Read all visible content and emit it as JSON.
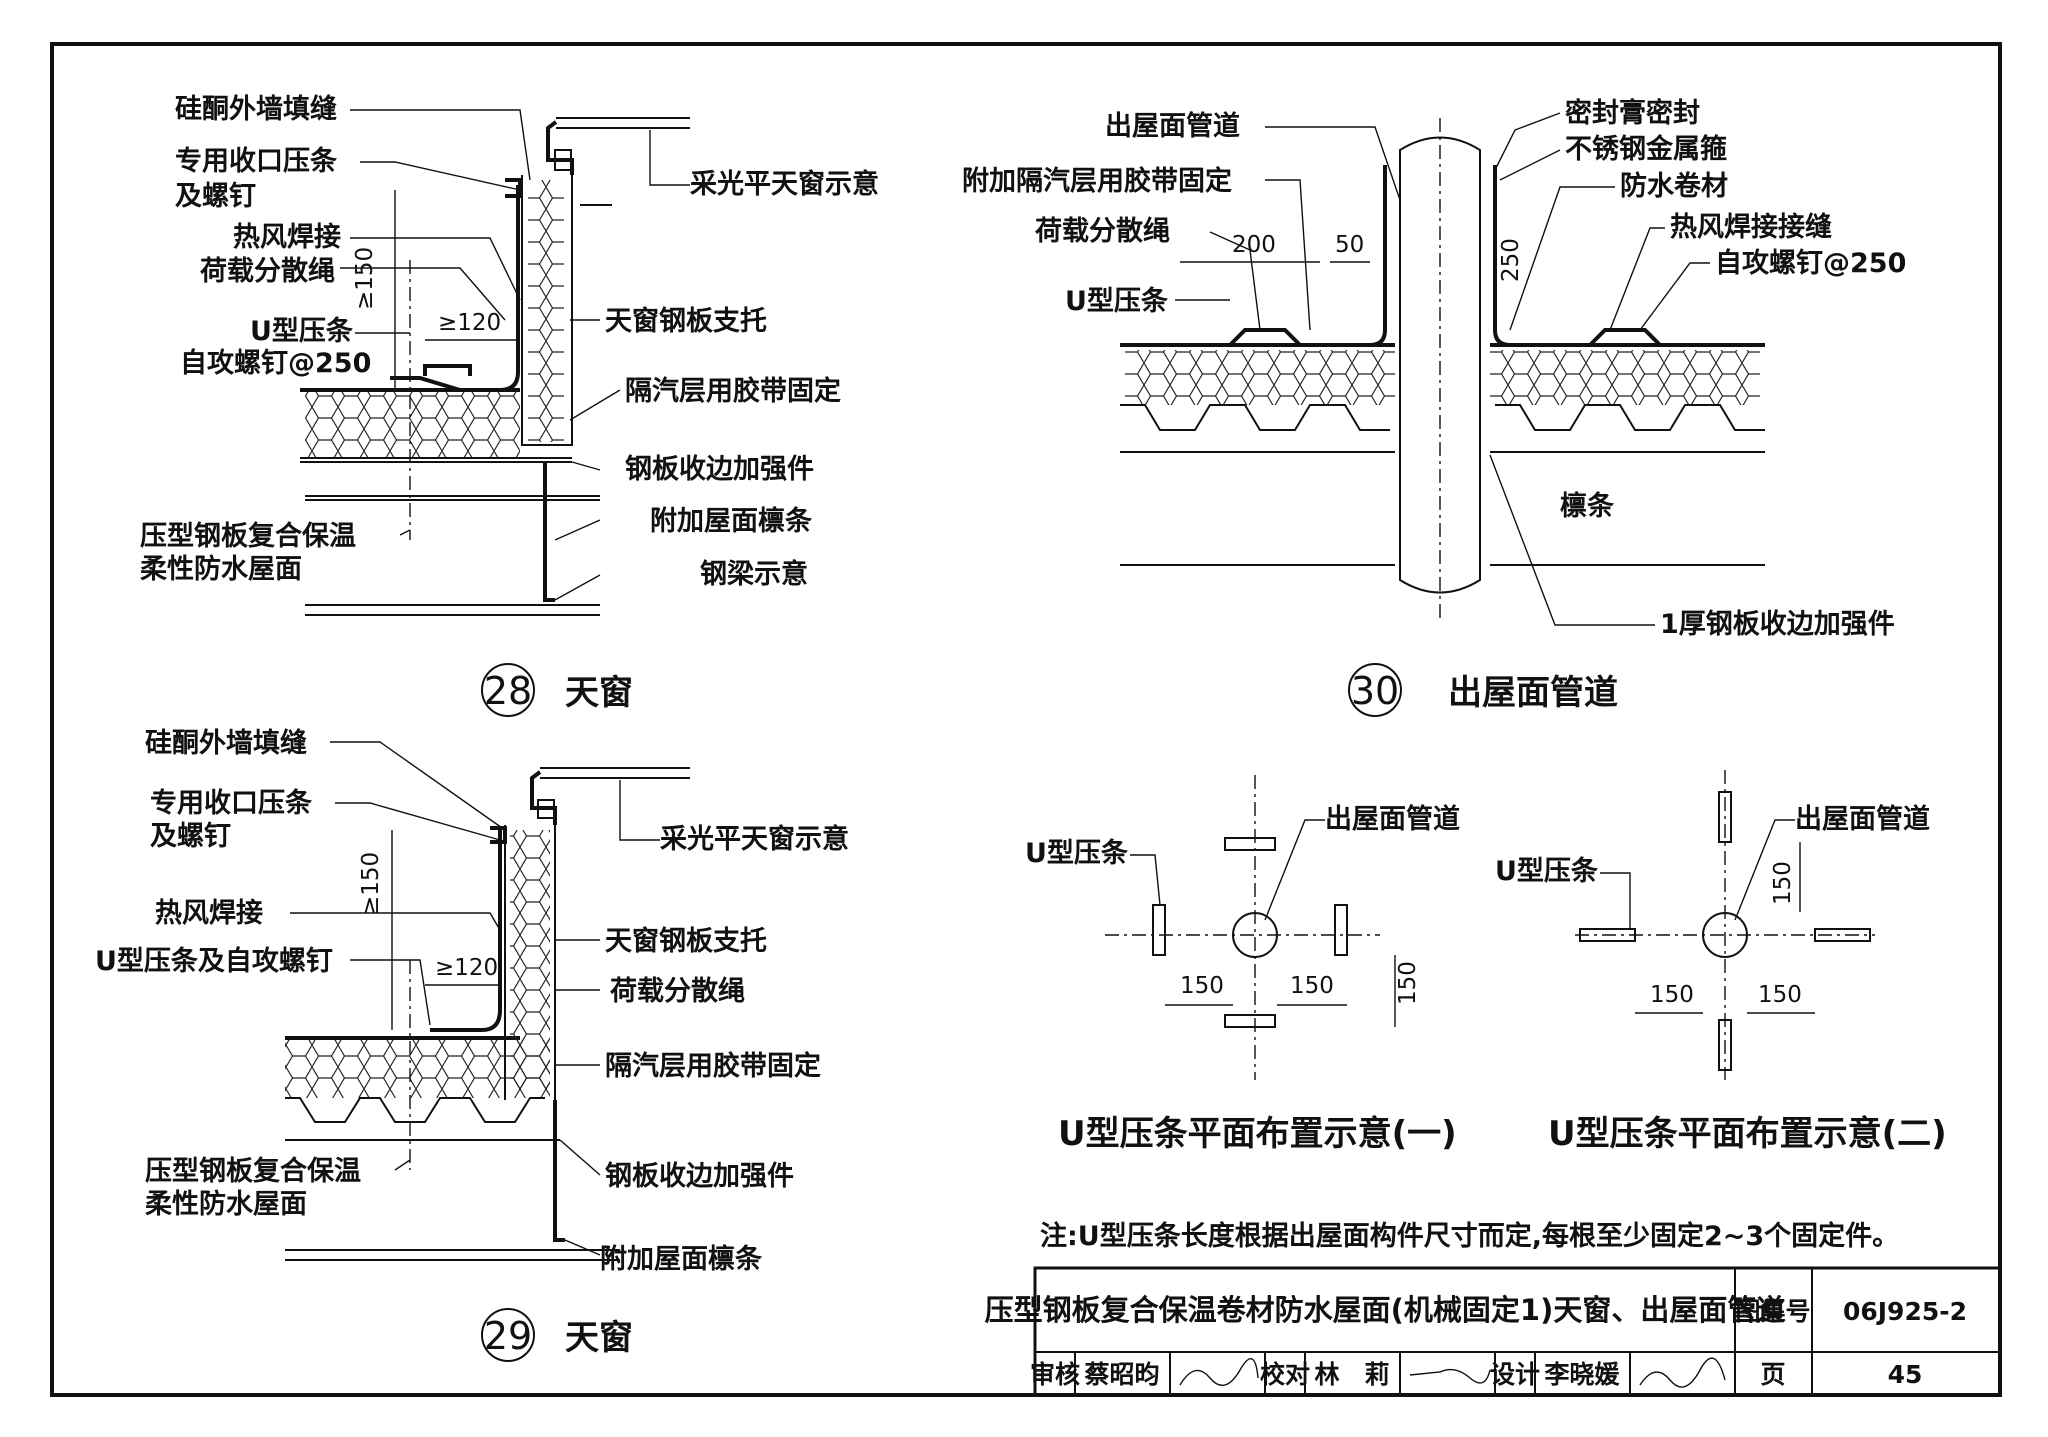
{
  "detail28": {
    "number": "28",
    "caption": "天窗",
    "labels": {
      "silicone": "硅酮外墙填缝",
      "clamp1": "专用收口压条",
      "clamp2": "及螺钉",
      "weld": "热风焊接",
      "rope": "荷载分散绳",
      "ustrip": "U型压条",
      "screw": "自攻螺钉@250",
      "skylight": "采光平天窗示意",
      "support": "天窗钢板支托",
      "tape": "隔汽层用胶带固定",
      "edge": "钢板收边加强件",
      "roof1": "压型钢板复合保温",
      "roof2": "柔性防水屋面",
      "purlin": "附加屋面檩条",
      "beam": "钢梁示意"
    },
    "dims": {
      "h": "≥150",
      "w": "≥120"
    }
  },
  "detail29": {
    "number": "29",
    "caption": "天窗",
    "labels": {
      "silicone": "硅酮外墙填缝",
      "clamp1": "专用收口压条",
      "clamp2": "及螺钉",
      "skylight": "采光平天窗示意",
      "weld": "热风焊接",
      "ustrip": "U型压条及自攻螺钉",
      "support": "天窗钢板支托",
      "rope": "荷载分散绳",
      "tape": "隔汽层用胶带固定",
      "roof1": "压型钢板复合保温",
      "roof2": "柔性防水屋面",
      "edge": "钢板收边加强件",
      "purlin": "附加屋面檩条"
    },
    "dims": {
      "h": "≥150",
      "w": "≥120"
    }
  },
  "detail30": {
    "number": "30",
    "caption": "出屋面管道",
    "labels": {
      "pipe": "出屋面管道",
      "tape": "附加隔汽层用胶带固定",
      "rope": "荷载分散绳",
      "ustrip": "U型压条",
      "sealant": "密封膏密封",
      "hoop": "不锈钢金属箍",
      "membrane": "防水卷材",
      "weld": "热风焊接接缝",
      "screw": "自攻螺钉@250",
      "purlin": "檩条",
      "edge": "1厚钢板收边加强件"
    },
    "dims": {
      "a": "200",
      "b": "50",
      "c": "250"
    }
  },
  "plan1": {
    "caption": "U型压条平面布置示意(一)",
    "ustrip": "U型压条",
    "pipe": "出屋面管道",
    "dims": {
      "l": "150",
      "r": "150",
      "v": "150"
    }
  },
  "plan2": {
    "caption": "U型压条平面布置示意(二)",
    "ustrip": "U型压条",
    "pipe": "出屋面管道",
    "dims": {
      "l": "150",
      "r": "150",
      "v": "150"
    }
  },
  "note": "注:U型压条长度根据出屋面构件尺寸而定,每根至少固定2~3个固定件。",
  "titleblock": {
    "title": "压型钢板复合保温卷材防水屋面(机械固定1)天窗、出屋面管道",
    "atlas_label": "图集号",
    "atlas_no": "06J925-2",
    "review_label": "审核",
    "reviewer": "蔡昭昀",
    "check_label": "校对",
    "checker": "林　莉",
    "design_label": "设计",
    "designer": "李晓媛",
    "page_label": "页",
    "page_no": "45"
  }
}
